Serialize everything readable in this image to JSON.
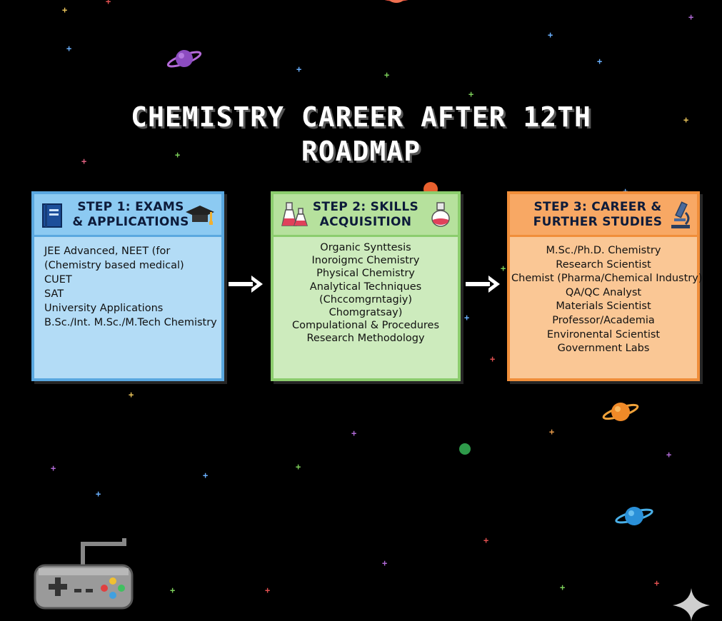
{
  "title": {
    "line1": "CHEMISTRY CAREER AFTER 12TH",
    "line2": "ROADMAP"
  },
  "steps": [
    {
      "title_line1": "STEP 1: EXAMS",
      "title_line2": "& APPLICATIONS",
      "icons": [
        "book-icon",
        "graduation-cap-icon"
      ],
      "items": [
        "JEE Advanced, NEET (for",
        "(Chemistry based medical)",
        "CUET",
        "SAT",
        "University Applications",
        "B.Sc./Int. M.Sc./M.Tech Chemistry"
      ]
    },
    {
      "title_line1": "STEP 2: SKILLS",
      "title_line2": "ACQUISITION",
      "icons": [
        "flask-icon",
        "flask-icon"
      ],
      "items": [
        "Organic Synttesis",
        "Inoroigmc Chemistry",
        "Physical Chemistry",
        "Analytical Techniques",
        "(Chccomgrntagiy)",
        "Chomgratsay)",
        "Compulational & Procedures",
        "Research Methodology"
      ]
    },
    {
      "title_line1": "STEP 3: CAREER &",
      "title_line2": "FURTHER STUDIES",
      "icons": [
        "microscope-icon"
      ],
      "items": [
        "M.Sc./Ph.D. Chemistry",
        "Research Scientist",
        "Chemist (Pharma/Chemical Industry)",
        "QA/QC Analyst",
        "Materials Scientist",
        "Professor/Academia",
        "Environental Scientist",
        "Government Labs"
      ]
    }
  ],
  "colors": {
    "background": "#000000",
    "step1": "#8ccaf2",
    "step2": "#b6e19d",
    "step3": "#f8a864",
    "title": "#ffffff"
  },
  "decorations": [
    "planet-icon",
    "star-icon",
    "gamepad-icon",
    "sparkle-icon"
  ]
}
